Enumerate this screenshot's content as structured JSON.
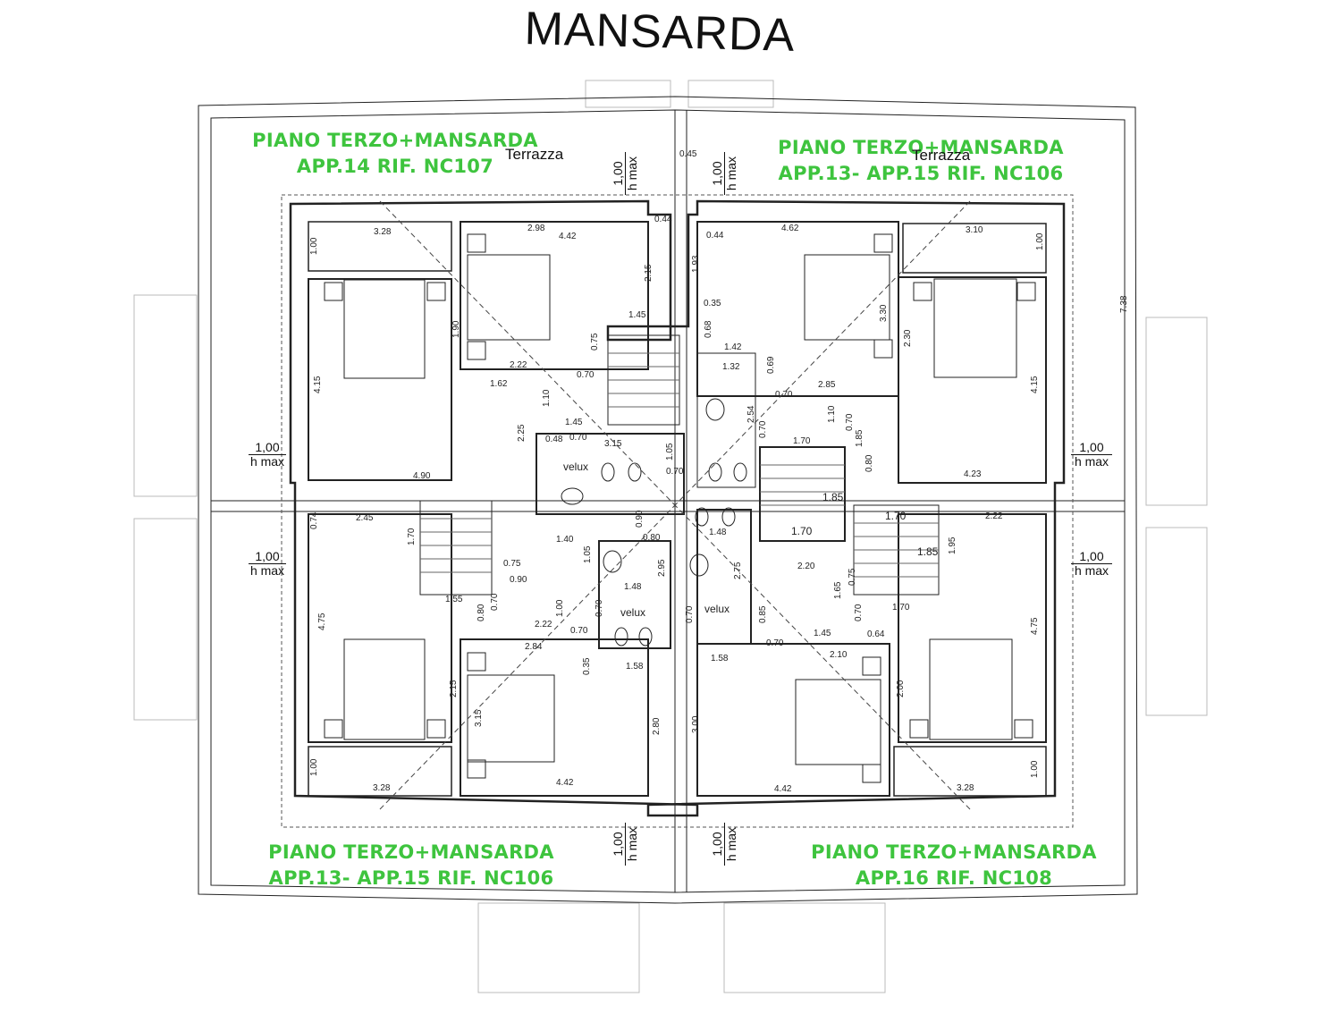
{
  "title": "MANSARDA",
  "labels": [
    {
      "line1": "PIANO TERZO+MANSARDA",
      "line2": "APP.14 RIF. NC107"
    },
    {
      "line1": "PIANO TERZO+MANSARDA",
      "line2": "APP.13- APP.15 RIF. NC106"
    },
    {
      "line1": "PIANO TERZO+MANSARDA",
      "line2": "APP.13- APP.15 RIF. NC106"
    },
    {
      "line1": "PIANO TERZO+MANSARDA",
      "line2": "APP.16 RIF. NC108"
    }
  ],
  "terrazza": [
    "Terrazza",
    "Terrazza"
  ],
  "hmax": {
    "value": "1,00",
    "label": "h max"
  },
  "velux": "velux",
  "dims": {
    "d328a": "3.28",
    "d100a": "1.00",
    "d298": "2.98",
    "d442a": "4.42",
    "d044a": "0.44",
    "d215a": "2.15",
    "d145a": "1.45",
    "d075a": "0.75",
    "d222a": "2.22",
    "d070a": "0.70",
    "d162": "1.62",
    "d110a": "1.10",
    "d145b": "1.45",
    "d048": "0.48",
    "d070b": "0.70",
    "d315a": "3.15",
    "d225": "2.25",
    "d190": "1.90",
    "d415a": "4.15",
    "d490": "4.90",
    "d105": "1.05",
    "d070c": "0.70",
    "d045": "0.45",
    "d044b": "0.44",
    "d462": "4.62",
    "d310": "3.10",
    "d100b": "1.00",
    "d193": "1.93",
    "d035a": "0.35",
    "d068": "0.68",
    "d142": "1.42",
    "d132": "1.32",
    "d069": "0.69",
    "d070d": "0.70",
    "d285": "2.85",
    "d330": "3.30",
    "d230": "2.30",
    "d415b": "4.15",
    "d738": "7.38",
    "d254": "2.54",
    "d070e": "0.70",
    "d170a": "1.70",
    "d110b": "1.10",
    "d185a": "1.85",
    "d080": "0.80",
    "d423": "4.23",
    "d070f": "0.70",
    "d185b": "1.85",
    "d170b": "1.70",
    "d185c": "1.85",
    "d170c": "1.70",
    "d222b": "2.22",
    "d195": "1.95",
    "d220": "2.20",
    "d075b": "0.75",
    "d165": "1.65",
    "d170d": "1.70",
    "d070g": "0.70",
    "d145c": "1.45",
    "d064": "0.64",
    "d085": "0.85",
    "d070h": "0.70",
    "d210": "2.10",
    "d158b": "1.58",
    "d300": "3.00",
    "d200": "2.00",
    "d475b": "4.75",
    "d442c": "4.42",
    "d328c": "3.28",
    "d100d": "1.00",
    "d148b": "1.48",
    "d275": "2.75",
    "d070i": "0.70",
    "d074": "0.74",
    "d245": "2.45",
    "d170e": "1.70",
    "d140": "1.40",
    "d075c": "0.75",
    "d090a": "0.90",
    "d105b": "1.05",
    "d155": "1.55",
    "d070j": "0.70",
    "d080b": "0.80",
    "d148a": "1.48",
    "d100c": "1.00",
    "d222c": "2.22",
    "d070k": "0.70",
    "d090b": "0.90",
    "d080c": "0.80",
    "d295": "2.95",
    "d475a": "4.75",
    "d284": "2.84",
    "d215b": "2.15",
    "d315b": "3.15",
    "d035b": "0.35",
    "d158a": "1.58",
    "d280": "2.80",
    "d328b": "3.28",
    "d100e": "1.00",
    "d442b": "4.42",
    "d070l": "0.70"
  }
}
